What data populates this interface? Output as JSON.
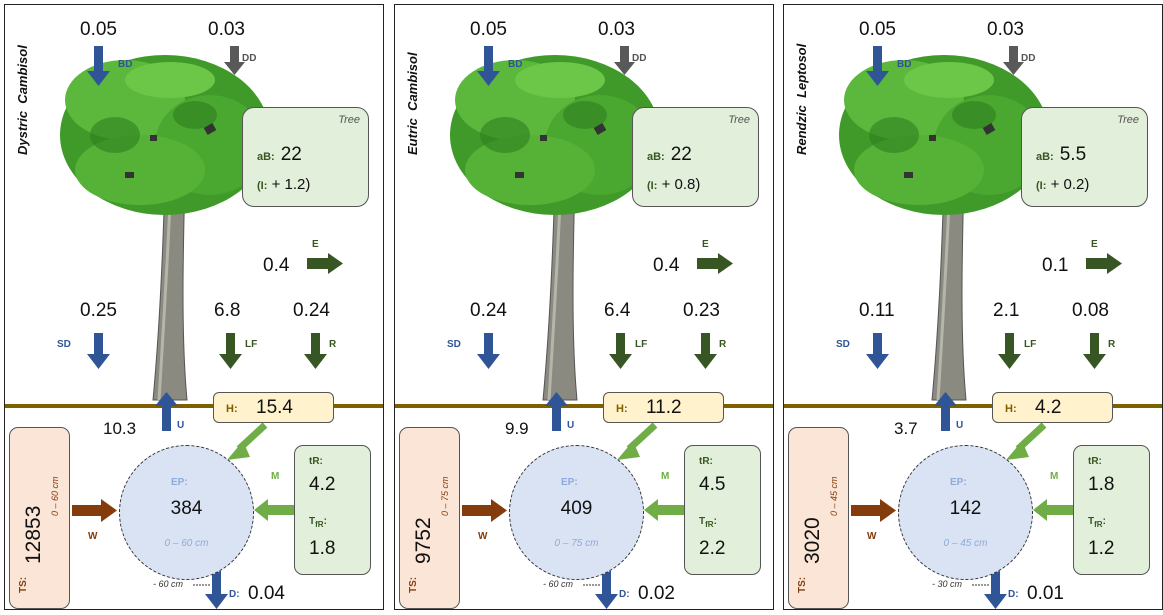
{
  "colors": {
    "blue_arrow": "#2f5597",
    "grey_arrow": "#595959",
    "dark_green_arrow": "#375623",
    "light_green_arrow": "#70ad47",
    "brown_arrow": "#843c0c",
    "ground_line": "#7f6000",
    "tree_box": "#e2efda",
    "h_box": "#fff2cc",
    "ts_box": "#fbe5d6",
    "ep_circle": "#dae3f3"
  },
  "labels": {
    "bd": "BD",
    "dd": "DD",
    "e": "E",
    "sd": "SD",
    "lf": "LF",
    "r": "R",
    "u": "U",
    "m": "M",
    "w": "W",
    "d": "D:",
    "tree": "Tree",
    "ab": "aB:",
    "i": "(I:",
    "h": "H:",
    "ep": "EP:",
    "tr": "tR:",
    "tfr_main": "T",
    "tfr_sub": "fR",
    "tfr_colon": ":",
    "ts": "TS:"
  },
  "panels": [
    {
      "soil": "Dystric  Cambisol",
      "bd": "0.05",
      "dd": "0.03",
      "e": "0.4",
      "sd": "0.25",
      "lf": "6.8",
      "r": "0.24",
      "tree_ab": "22",
      "tree_i": "+ 1.2)",
      "h": "15.4",
      "u": "10.3",
      "ts": "12853",
      "ts_depth": "0 – 60 cm",
      "ep": "384",
      "ep_depth": "0 – 60 cm",
      "tr": "4.2",
      "tfr": "1.8",
      "d_depth": "- 60 cm",
      "d": "0.04"
    },
    {
      "soil": "Eutric  Cambisol",
      "bd": "0.05",
      "dd": "0.03",
      "e": "0.4",
      "sd": "0.24",
      "lf": "6.4",
      "r": "0.23",
      "tree_ab": "22",
      "tree_i": "+ 0.8)",
      "h": "11.2",
      "u": "9.9",
      "ts": "9752",
      "ts_depth": "0 – 75 cm",
      "ep": "409",
      "ep_depth": "0 – 75 cm",
      "tr": "4.5",
      "tfr": "2.2",
      "d_depth": "- 60 cm",
      "d": "0.02"
    },
    {
      "soil": "Rendzic  Leptosol",
      "bd": "0.05",
      "dd": "0.03",
      "e": "0.1",
      "sd": "0.11",
      "lf": "2.1",
      "r": "0.08",
      "tree_ab": "5.5",
      "tree_i": "+ 0.2)",
      "h": "4.2",
      "u": "3.7",
      "ts": "3020",
      "ts_depth": "0 – 45 cm",
      "ep": "142",
      "ep_depth": "0 – 45 cm",
      "tr": "1.8",
      "tfr": "1.2",
      "d_depth": "- 30 cm",
      "d": "0.01"
    }
  ]
}
